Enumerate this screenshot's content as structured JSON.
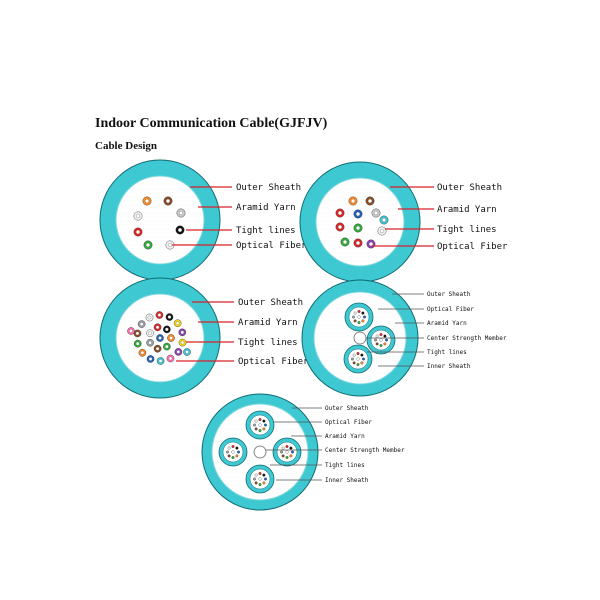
{
  "header": {
    "title": "Indoor Communication Cable(GJFJV)",
    "subtitle": "Cable Design"
  },
  "colors": {
    "sheath": "#3ec8d2",
    "sheath_dark": "#0f6c73",
    "yarn": "#ffffff",
    "leader_red": "#d8232a",
    "leader_gray": "#555555"
  },
  "diagrams": [
    {
      "id": "cable-6",
      "labels": [
        "Outer Sheath",
        "Aramid Yarn",
        "Tight lines",
        "Optical Fiber"
      ]
    },
    {
      "id": "cable-12",
      "labels": [
        "Outer Sheath",
        "Aramid Yarn",
        "Tight lines",
        "Optical Fiber"
      ]
    },
    {
      "id": "cable-24",
      "labels": [
        "Outer Sheath",
        "Aramid Yarn",
        "Tight lines",
        "Optical Fiber"
      ]
    },
    {
      "id": "cable-3unit",
      "labels": [
        "Outer Sheath",
        "Optical Fiber",
        "Aramid Yarn",
        "Center Strength Member",
        "Tight lines",
        "Inner Sheath"
      ]
    },
    {
      "id": "cable-4unit",
      "labels": [
        "Outer Sheath",
        "Optical Fiber",
        "Aramid Yarn",
        "Center Strength Member",
        "Tight lines",
        "Inner Sheath"
      ]
    }
  ]
}
